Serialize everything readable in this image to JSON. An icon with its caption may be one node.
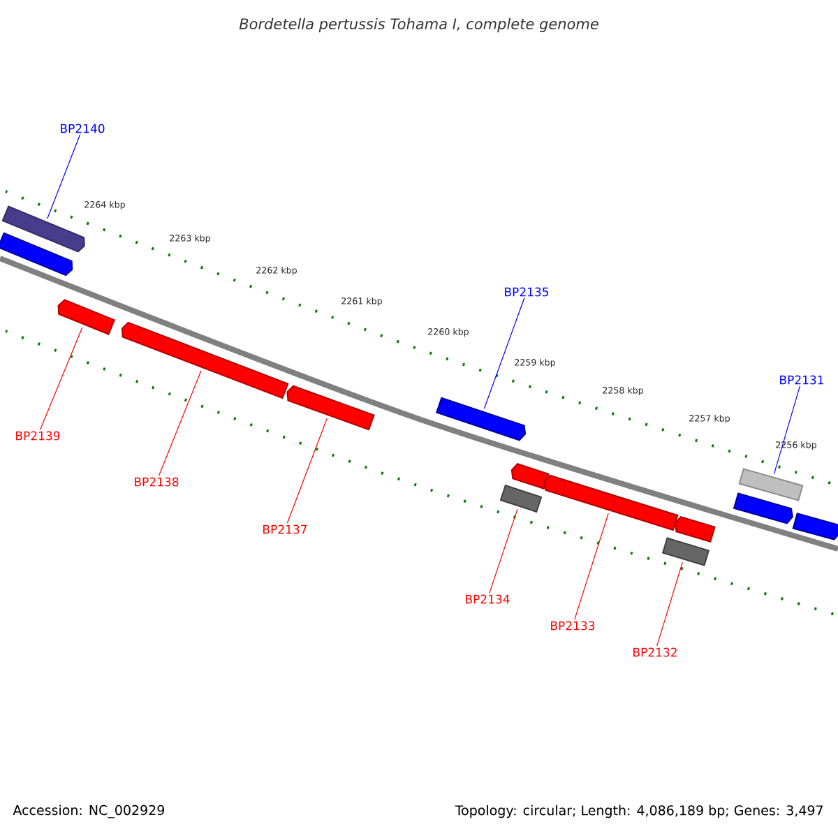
{
  "diagram": {
    "title": "Bordetella pertussis Tohama I, complete genome",
    "nodes": [
      {
        "text": [
          "BP2140"
        ]
      },
      {
        "text": [
          "BP2139"
        ]
      },
      {
        "text": [
          "BP2138"
        ]
      },
      {
        "text": [
          "BP2137"
        ]
      },
      {
        "text": [
          "BP2135"
        ]
      },
      {
        "text": [
          "BP2134"
        ]
      },
      {
        "text": [
          "BP2133"
        ]
      },
      {
        "text": [
          "BP2132"
        ]
      },
      {
        "text": [
          "BP2131"
        ]
      },
      {
        "text": [],
        "shape": "arrow"
      },
      {
        "text": [],
        "shape": "arrow"
      },
      {
        "text": [],
        "shape": "arrow"
      },
      {
        "text": [],
        "shape": "arrow"
      },
      {
        "text": [],
        "shape": "arrow"
      },
      {
        "text": [],
        "shape": "arrow"
      },
      {
        "text": [],
        "shape": "arrow"
      },
      {
        "text": [],
        "shape": "box"
      },
      {
        "text": [],
        "shape": "arrow"
      },
      {
        "text": [],
        "shape": "arrow"
      },
      {
        "text": [],
        "shape": "box"
      },
      {
        "text": [],
        "shape": "box"
      },
      {
        "text": [],
        "shape": "arrow"
      },
      {
        "text": [],
        "shape": "arrow"
      }
    ],
    "edges": [
      {
        "from": 0,
        "to": 9,
        "arrow": "none",
        "color": "#0000ff"
      },
      {
        "from": 1,
        "to": 11,
        "arrow": "none"
      },
      {
        "from": 2,
        "to": 12,
        "arrow": "none"
      },
      {
        "from": 3,
        "to": 13,
        "arrow": "none"
      },
      {
        "from": 4,
        "to": 14,
        "arrow": "none",
        "color": "#0000ff"
      },
      {
        "from": 5,
        "to": 16,
        "arrow": "none"
      },
      {
        "from": 6,
        "to": 17,
        "arrow": "none"
      },
      {
        "from": 7,
        "to": 19,
        "arrow": "none"
      },
      {
        "from": 8,
        "to": 20,
        "arrow": "none",
        "color": "#0000ff"
      }
    ],
    "labels": [
      "2264 kbp",
      "2263 kbp",
      "2262 kbp",
      "2261 kbp",
      "2260 kbp",
      "2259 kbp",
      "2258 kbp",
      "2257 kbp",
      "2256 kbp",
      "Accession: NC_002929",
      "Topology: circular; Length: 4,086,189 bp; Genes: 3,497"
    ]
  }
}
